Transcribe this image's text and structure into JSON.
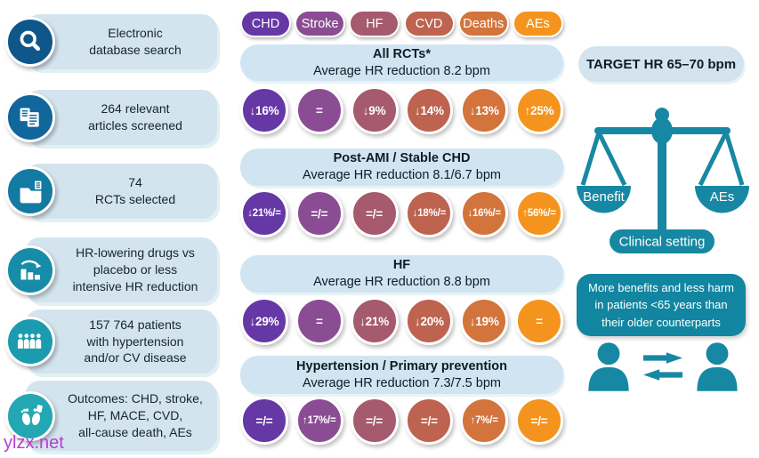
{
  "watermark": "ylzx.net",
  "palette": {
    "columns": [
      "#6538a5",
      "#8a4d93",
      "#a55a6d",
      "#bd634f",
      "#d2743c",
      "#f4941e"
    ],
    "left_icons": [
      "#0f568b",
      "#11669b",
      "#137aa2",
      "#178ca8",
      "#1c9bae",
      "#22a7b3"
    ],
    "teal": "#1788a3",
    "teal_box": "#1286a0",
    "light_blue": "#d3e4ee",
    "light_blue_mid": "#d0e5f1",
    "watermark_color": "#b53fd2"
  },
  "left_panel": {
    "items": [
      {
        "icon": "search",
        "text": "Electronic\ndatabase search"
      },
      {
        "icon": "articles",
        "text": "264 relevant\narticles screened"
      },
      {
        "icon": "folder",
        "text": "74\nRCTs selected"
      },
      {
        "icon": "chart-down",
        "text": "HR-lowering drugs vs\nplacebo or less\nintensive HR reduction"
      },
      {
        "icon": "patients",
        "text": "157 764 patients\nwith hypertension\nand/or CV disease"
      },
      {
        "icon": "outcomes",
        "text": "Outcomes: CHD, stroke,\nHF, MACE, CVD,\nall-cause death, AEs"
      }
    ]
  },
  "matrix": {
    "columns": [
      "CHD",
      "Stroke",
      "HF",
      "CVD",
      "Deaths",
      "AEs"
    ],
    "sections": [
      {
        "title": "All RCTs*",
        "subtitle": "Average HR reduction 8.2 bpm",
        "cells": [
          "↓16%",
          "=",
          "↓9%",
          "↓14%",
          "↓13%",
          "↑25%"
        ]
      },
      {
        "title": "Post-AMI / Stable CHD",
        "subtitle": "Average HR reduction 8.1/6.7 bpm",
        "cells": [
          "↓21%/=",
          "=/=",
          "=/=",
          "↓18%/=",
          "↓16%/=",
          "↑56%/="
        ]
      },
      {
        "title": "HF",
        "subtitle": "Average HR reduction 8.8 bpm",
        "cells": [
          "↓29%",
          "=",
          "↓21%",
          "↓20%",
          "↓19%",
          "="
        ]
      },
      {
        "title": "Hypertension / Primary prevention",
        "subtitle": "Average HR reduction 7.3/7.5 bpm",
        "cells": [
          "=/=",
          "↑17%/=",
          "=/=",
          "=/=",
          "↑7%/=",
          "=/="
        ]
      }
    ]
  },
  "right_panel": {
    "target": "TARGET HR 65–70 bpm",
    "scale": {
      "left_pan": "Benefit",
      "right_pan": "AEs",
      "base": "Clinical setting"
    },
    "note": "More benefits and less harm\nin patients <65 years than\ntheir older counterparts"
  }
}
